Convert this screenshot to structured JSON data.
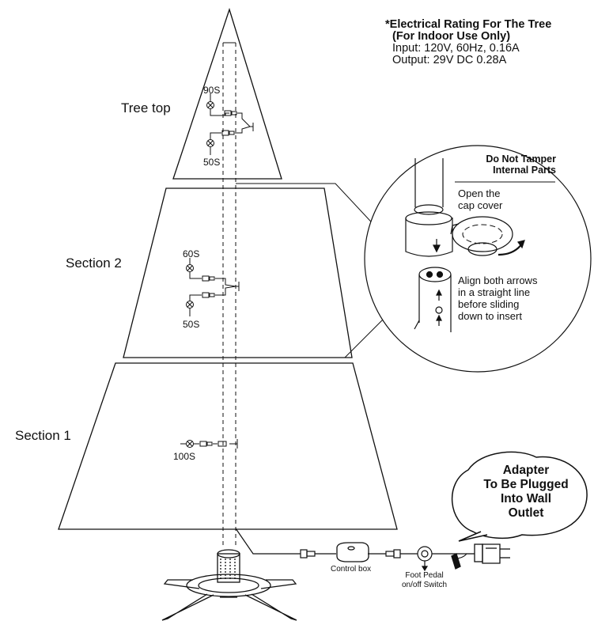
{
  "electrical": {
    "title": "*Electrical Rating For The Tree",
    "subtitle": "(For Indoor Use Only)",
    "input": "Input: 120V, 60Hz, 0.16A",
    "output": "Output: 29V DC 0.28A"
  },
  "sections": {
    "tree_top": "Tree top",
    "section2": "Section 2",
    "section1": "Section 1"
  },
  "light_counts": {
    "top_upper": "90S",
    "top_lower": "50S",
    "sec2_upper": "60S",
    "sec2_lower": "50S",
    "sec1": "100S"
  },
  "detail": {
    "warning_line1": "Do Not Tamper",
    "warning_line2": "Internal Parts",
    "step1_line1": "Open the",
    "step1_line2": "cap cover",
    "step2_line1": "Align both arrows",
    "step2_line2": "in a straight line",
    "step2_line3": "before sliding",
    "step2_line4": "down to insert"
  },
  "wiring": {
    "control_box": "Control box",
    "foot_pedal_line1": "Foot Pedal",
    "foot_pedal_line2": "on/off Switch"
  },
  "adapter": {
    "line1": "Adapter",
    "line2": "To Be Plugged",
    "line3": "Into Wall",
    "line4": "Outlet"
  }
}
